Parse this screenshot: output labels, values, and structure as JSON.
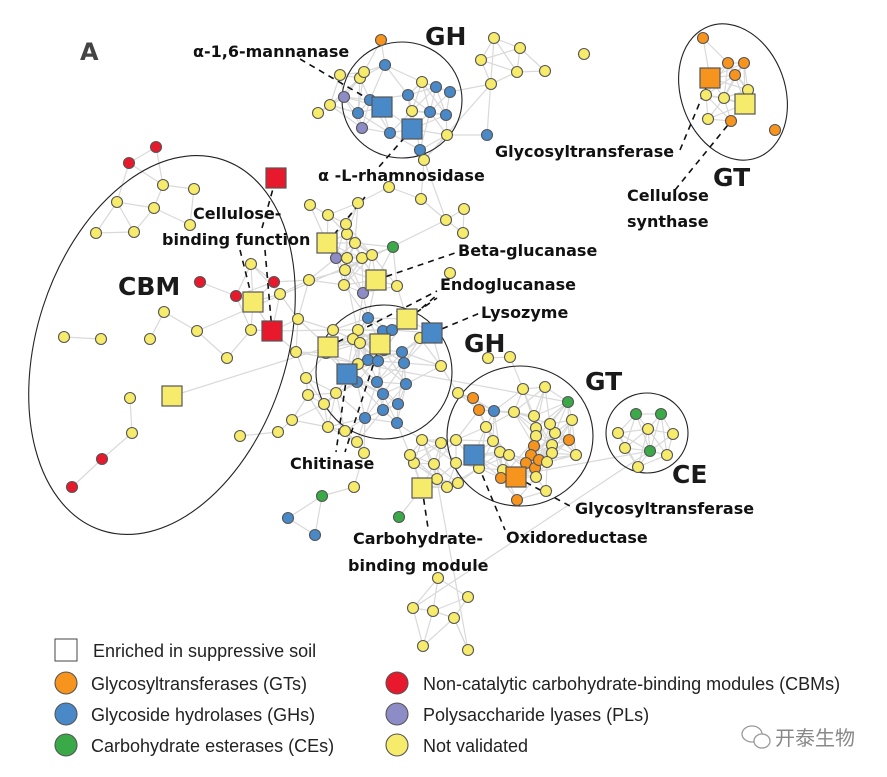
{
  "panel_label": "A",
  "colors": {
    "GT": "#F7941D",
    "GH": "#4A89C8",
    "CE": "#3AAA48",
    "CBM": "#E8192C",
    "PL": "#8E8CC7",
    "NV": "#F7EB6B"
  },
  "chart_data": {
    "type": "network",
    "title": "",
    "clusters": [
      {
        "id": "GH-top",
        "label": "GH"
      },
      {
        "id": "GT-top",
        "label": "GT"
      },
      {
        "id": "CBM",
        "label": "CBM"
      },
      {
        "id": "GH-mid",
        "label": "GH"
      },
      {
        "id": "GT-mid",
        "label": "GT"
      },
      {
        "id": "CE",
        "label": "CE"
      }
    ],
    "annotations": [
      {
        "text": [
          "α-1,6-mannanase"
        ],
        "cluster": "GH-top"
      },
      {
        "text": [
          "α -L-rhamnosidase"
        ],
        "cluster": "GH-top"
      },
      {
        "text": [
          "Glycosyltransferase"
        ],
        "cluster": "GT-top"
      },
      {
        "text": [
          "Cellulose",
          "synthase"
        ],
        "cluster": "GT-top"
      },
      {
        "text": [
          "Cellulose-",
          "binding function"
        ],
        "cluster": "CBM"
      },
      {
        "text": [
          "Beta-glucanase"
        ],
        "cluster": "GH-mid"
      },
      {
        "text": [
          "Endoglucanase"
        ],
        "cluster": "GH-mid"
      },
      {
        "text": [
          "Lysozyme"
        ],
        "cluster": "GH-mid"
      },
      {
        "text": [
          "Chitinase"
        ],
        "cluster": "GH-mid"
      },
      {
        "text": [
          "Glycosyltransferase"
        ],
        "cluster": "GT-mid"
      },
      {
        "text": [
          "Oxidoreductase"
        ],
        "cluster": "GT-mid"
      },
      {
        "text": [
          "Carbohydrate-",
          "binding module"
        ],
        "cluster": "GT-mid"
      }
    ],
    "node_categories": [
      "GT",
      "GH",
      "CE",
      "CBM",
      "PL",
      "NV"
    ],
    "enriched_nodes": [
      {
        "category": "GH",
        "annotation": "α-1,6-mannanase"
      },
      {
        "category": "GH",
        "annotation": "α -L-rhamnosidase"
      },
      {
        "category": "GT",
        "annotation": "Glycosyltransferase"
      },
      {
        "category": "NV",
        "annotation": "Cellulose synthase"
      },
      {
        "category": "CBM",
        "annotation": "Cellulose-binding function"
      },
      {
        "category": "NV",
        "annotation": "Cellulose-binding function"
      },
      {
        "category": "CBM",
        "annotation": "Cellulose-binding function"
      },
      {
        "category": "NV",
        "annotation": "Beta-glucanase"
      },
      {
        "category": "NV",
        "annotation": "Endoglucanase"
      },
      {
        "category": "NV",
        "annotation": "Endoglucanase"
      },
      {
        "category": "GH",
        "annotation": "Lysozyme"
      },
      {
        "category": "GH",
        "annotation": "Chitinase"
      },
      {
        "category": "GH",
        "annotation": "Chitinase"
      },
      {
        "category": "GH",
        "annotation": "Oxidoreductase"
      },
      {
        "category": "GT",
        "annotation": "Glycosyltransferase"
      },
      {
        "category": "NV",
        "annotation": "Carbohydrate-binding module"
      },
      {
        "category": "NV",
        "annotation": ""
      },
      {
        "category": "NV",
        "annotation": ""
      }
    ]
  },
  "legend": {
    "enriched": "Enriched in suppressive soil",
    "items": [
      {
        "key": "GT",
        "label": "Glycosyltransferases (GTs)"
      },
      {
        "key": "GH",
        "label": "Glycoside hydrolases (GHs)"
      },
      {
        "key": "CE",
        "label": "Carbohydrate esterases (CEs)"
      },
      {
        "key": "CBM",
        "label": "Non-catalytic carbohydrate-binding modules (CBMs)"
      },
      {
        "key": "PL",
        "label": "Polysaccharide lyases (PLs)"
      },
      {
        "key": "NV",
        "label": "Not validated"
      }
    ]
  },
  "watermark": "开泰生物"
}
